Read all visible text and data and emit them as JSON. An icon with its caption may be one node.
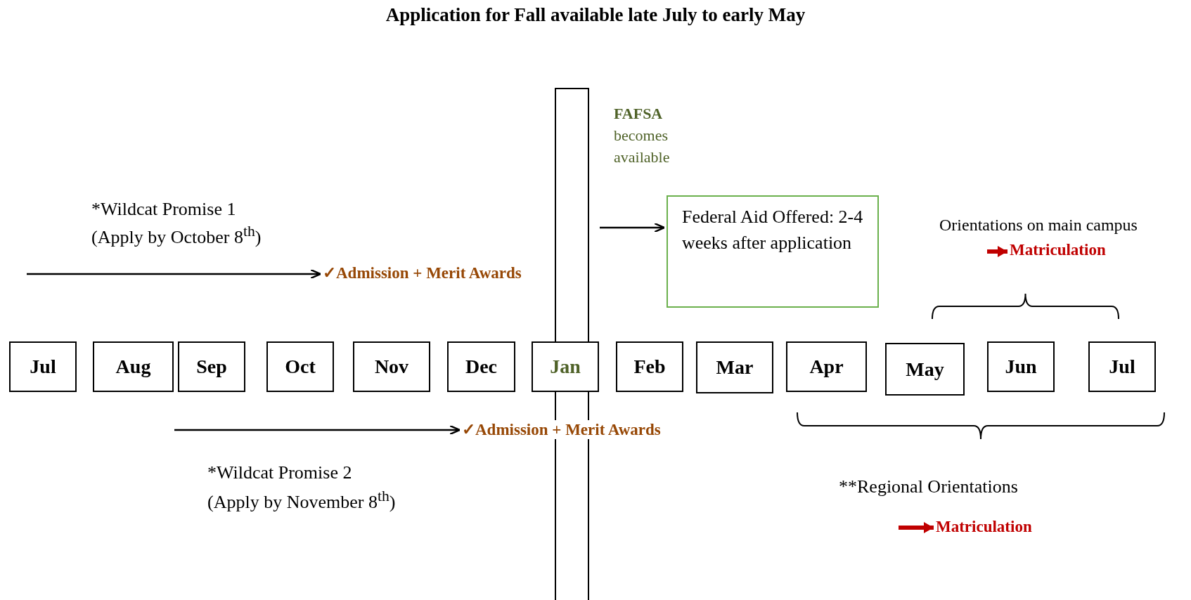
{
  "diagram": {
    "title": "Application for Fall available late July to early May",
    "nodes": [
      {
        "text": [
          "Federal Aid Offered: 2-4 weeks after application"
        ]
      },
      {
        "text": [
          "Matriculation"
        ]
      },
      {
        "text": [
          "✓Admission + Merit Awards"
        ]
      },
      {
        "text": [
          "Jul"
        ]
      },
      {
        "text": [
          "Aug"
        ]
      },
      {
        "text": [
          "Sep"
        ]
      },
      {
        "text": [
          "Oct"
        ]
      },
      {
        "text": [
          "Nov"
        ]
      },
      {
        "text": [
          "Dec"
        ]
      },
      {
        "text": [
          "Jan"
        ]
      },
      {
        "text": [
          "Feb"
        ]
      },
      {
        "text": [
          "Mar"
        ]
      },
      {
        "text": [
          "Apr"
        ]
      },
      {
        "text": [
          "May"
        ]
      },
      {
        "text": [
          "Jun"
        ]
      },
      {
        "text": [
          "Jul"
        ]
      },
      {
        "text": [
          "✓Admission + Merit Awards"
        ]
      },
      {
        "text": [
          "Matriculation"
        ]
      }
    ],
    "edges": [
      {
        "from": null,
        "to": 0,
        "arrow": "to"
      },
      {
        "from": null,
        "to": 1,
        "arrow": "to",
        "style": "thick",
        "color": "#c00000"
      },
      {
        "from": null,
        "to": 2,
        "arrow": "to"
      },
      {
        "from": null,
        "to": 16,
        "arrow": "to"
      },
      {
        "from": null,
        "to": 17,
        "arrow": "to",
        "style": "thick",
        "color": "#c00000"
      }
    ],
    "labels": [
      "**FAFSA** becomes available",
      "Orientations on main campus",
      "*Wildcat Promise 1",
      "(Apply by October 8$^{th}$)",
      "*Wildcat Promise 2",
      "(Apply by November 8$^{th}$)",
      "**Regional Orientations"
    ]
  }
}
